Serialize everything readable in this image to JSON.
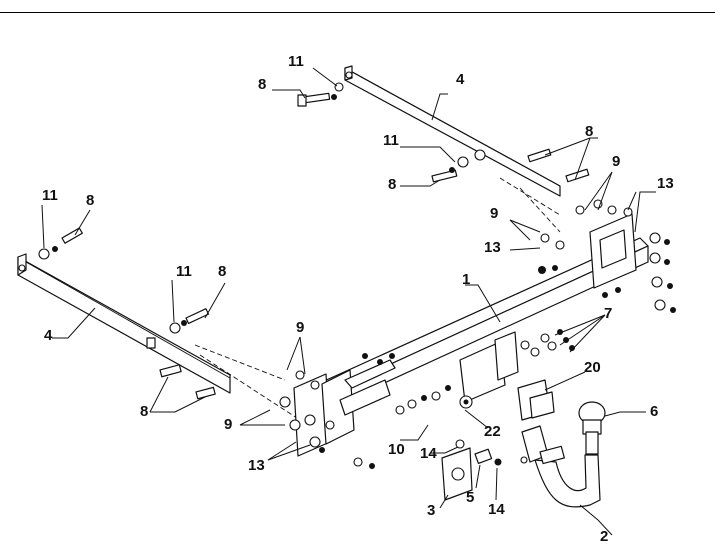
{
  "callouts": {
    "c11a": "11",
    "c8a": "8",
    "c4a": "4",
    "c11b": "11",
    "c8b": "8",
    "c8c": "8",
    "c9a": "9",
    "c13a": "13",
    "c9b": "9",
    "c13b": "13",
    "c11c": "11",
    "c8d": "8",
    "c11d": "11",
    "c8e": "8",
    "c4b": "4",
    "c1": "1",
    "c9c": "9",
    "c7": "7",
    "c8f": "8",
    "c20": "20",
    "c6": "6",
    "c9d": "9",
    "c13c": "13",
    "c10": "10",
    "c22": "22",
    "c14a": "14",
    "c3": "3",
    "c5": "5",
    "c14b": "14",
    "c2": "2"
  },
  "colors": {
    "line": "#111111",
    "background": "#ffffff"
  }
}
